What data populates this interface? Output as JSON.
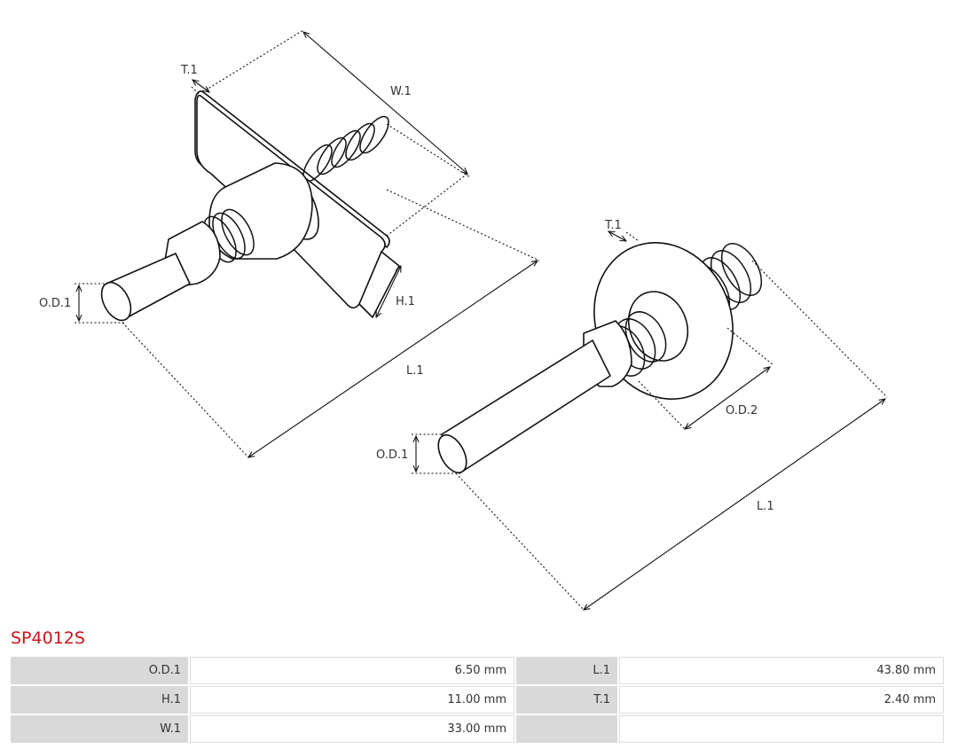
{
  "drawing": {
    "left_part": {
      "labels": {
        "t": "T.1",
        "w": "W.1",
        "od": "O.D.1",
        "h": "H.1",
        "l": "L.1"
      }
    },
    "right_part": {
      "labels": {
        "t": "T.1",
        "od1": "O.D.1",
        "od2": "O.D.2",
        "l": "L.1"
      }
    }
  },
  "product": {
    "code": "SP4012S"
  },
  "specs": {
    "rows": [
      {
        "k1": "O.D.1",
        "v1": "6.50 mm",
        "k2": "L.1",
        "v2": "43.80 mm"
      },
      {
        "k1": "H.1",
        "v1": "11.00 mm",
        "k2": "T.1",
        "v2": "2.40 mm"
      },
      {
        "k1": "W.1",
        "v1": "33.00 mm",
        "k2": "",
        "v2": ""
      }
    ]
  }
}
